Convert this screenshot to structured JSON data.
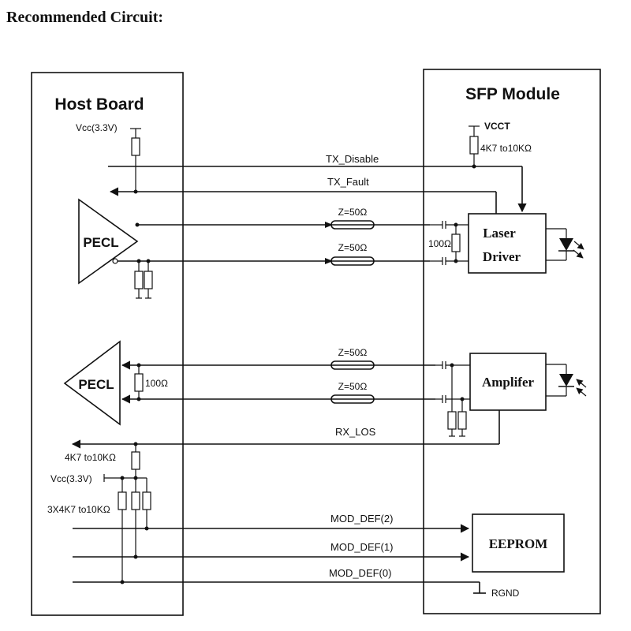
{
  "title": "Recommended Circuit:",
  "host": {
    "title": "Host Board",
    "vcc_top": "Vcc(3.3V)",
    "vcc_mid": "Vcc(3.3V)",
    "tx_pecl": "PECL",
    "rx_pecl": "PECL",
    "rx_term": "100Ω",
    "los_pullup": "4K7 to10KΩ",
    "moddef_pullups": "3X4K7 to10KΩ"
  },
  "module": {
    "title": "SFP Module",
    "vcct": "VCCT",
    "pullup": "4K7 to10KΩ",
    "tx_term": "100Ω",
    "laser_line1": "Laser",
    "laser_line2": "Driver",
    "amplifier": "Amplifer",
    "eeprom": "EEPROM",
    "ground": "RGND"
  },
  "signals": {
    "tx_disable": "TX_Disable",
    "tx_fault": "TX_Fault",
    "z1": "Z=50Ω",
    "z2": "Z=50Ω",
    "z3": "Z=50Ω",
    "z4": "Z=50Ω",
    "rx_los": "RX_LOS",
    "mod_def2": "MOD_DEF(2)",
    "mod_def1": "MOD_DEF(1)",
    "mod_def0": "MOD_DEF(0)"
  }
}
